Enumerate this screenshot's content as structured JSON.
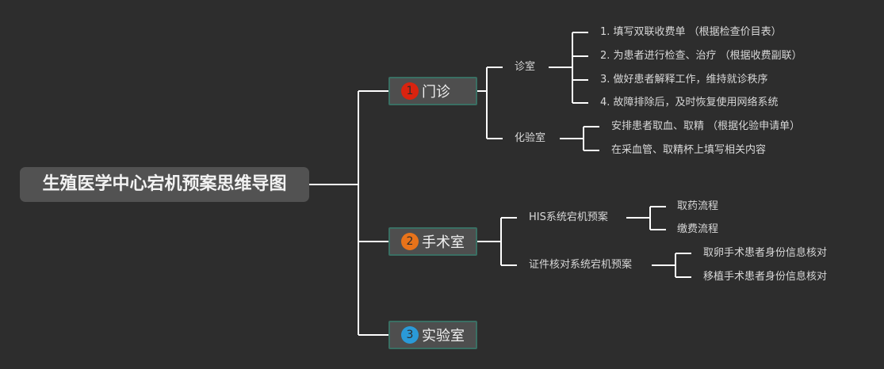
{
  "root": {
    "title": "生殖医学中心宕机预案思维导图"
  },
  "colors": {
    "line": "#ffffff",
    "badge_1": "#d9230f",
    "badge_2": "#e8731a",
    "badge_3": "#2a9ad8",
    "node_border": "#3a6f63"
  },
  "branches": [
    {
      "badge": "1",
      "title": "门诊",
      "children": [
        {
          "label": "诊室",
          "items": [
            "1. 填写双联收费单 （根据检查价目表）",
            "2. 为患者进行检查、治疗 （根据收费副联）",
            "3. 做好患者解释工作，维持就诊秩序",
            "4. 故障排除后，及时恢复使用网络系统"
          ]
        },
        {
          "label": "化验室",
          "items": [
            "安排患者取血、取精 （根据化验申请单）",
            "在采血管、取精杯上填写相关内容"
          ]
        }
      ]
    },
    {
      "badge": "2",
      "title": "手术室",
      "children": [
        {
          "label": "HIS系统宕机预案",
          "items": [
            "取药流程",
            "缴费流程"
          ]
        },
        {
          "label": "证件核对系统宕机预案",
          "items": [
            "取卵手术患者身份信息核对",
            "移植手术患者身份信息核对"
          ]
        }
      ]
    },
    {
      "badge": "3",
      "title": "实验室",
      "children": []
    }
  ]
}
